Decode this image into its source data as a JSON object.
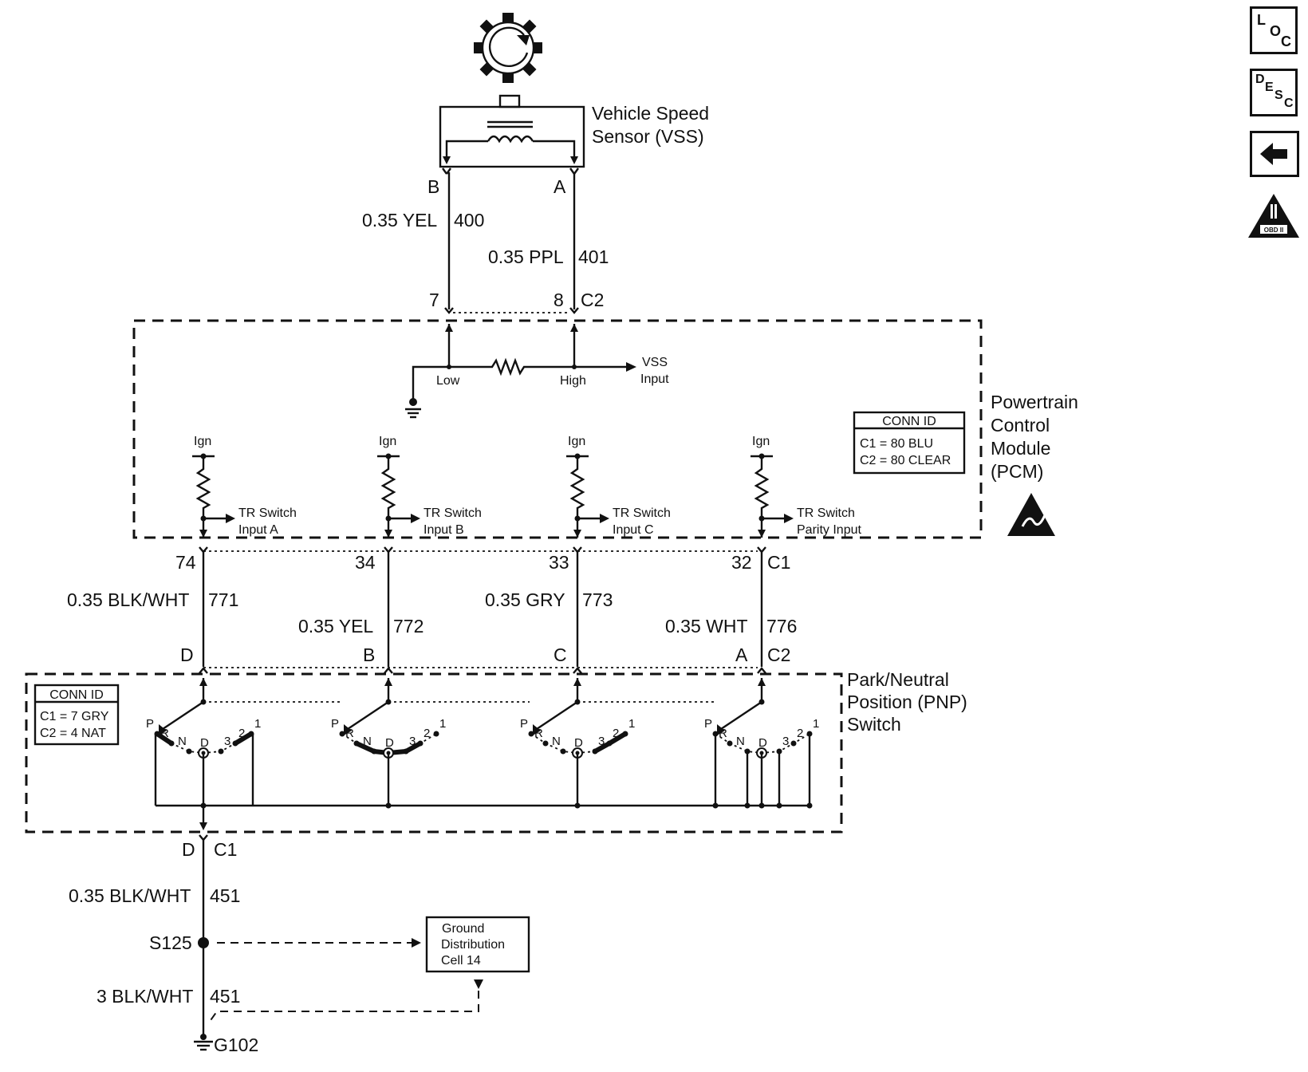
{
  "nav": {
    "loc": [
      "L",
      "O",
      "C"
    ],
    "desc": [
      "D",
      "E",
      "S",
      "C"
    ],
    "obd": "OBD II"
  },
  "vss": {
    "name": [
      "Vehicle Speed",
      "Sensor (VSS)"
    ],
    "pin_b": "B",
    "pin_a": "A"
  },
  "wires_top": [
    {
      "gauge": "0.35 YEL",
      "circuit": "400",
      "pin": "7"
    },
    {
      "gauge": "0.35 PPL",
      "circuit": "401",
      "pin": "8",
      "connector": "C2"
    }
  ],
  "pcm": {
    "name": [
      "Powertrain",
      "Control",
      "Module",
      "(PCM)"
    ],
    "vss_low": "Low",
    "vss_high": "High",
    "vss_input": [
      "VSS",
      "Input"
    ],
    "conn_id": {
      "title": "CONN ID",
      "lines": [
        "C1 = 80 BLU",
        "C2 = 80 CLEAR"
      ]
    },
    "inputs": [
      {
        "ign": "Ign",
        "label": [
          "TR Switch",
          "Input A"
        ]
      },
      {
        "ign": "Ign",
        "label": [
          "TR Switch",
          "Input B"
        ]
      },
      {
        "ign": "Ign",
        "label": [
          "TR Switch",
          "Input C"
        ]
      },
      {
        "ign": "Ign",
        "label": [
          "TR Switch",
          "Parity Input"
        ]
      }
    ]
  },
  "wires_mid": [
    {
      "pin_top": "74",
      "gauge": "0.35 BLK/WHT",
      "circuit": "771",
      "pin_bottom": "D"
    },
    {
      "pin_top": "34",
      "gauge": "0.35 YEL",
      "circuit": "772",
      "pin_bottom": "B"
    },
    {
      "pin_top": "33",
      "gauge": "0.35 GRY",
      "circuit": "773",
      "pin_bottom": "C"
    },
    {
      "pin_top": "32",
      "gauge": "0.35 WHT",
      "circuit": "776",
      "pin_bottom": "A"
    }
  ],
  "connectors_mid": {
    "pcm": "C1",
    "pnp": "C2"
  },
  "pnp": {
    "name": [
      "Park/Neutral",
      "Position (PNP)",
      "Switch"
    ],
    "conn_id": {
      "title": "CONN ID",
      "lines": [
        "C1 = 7 GRY",
        "C2 = 4 NAT"
      ]
    },
    "positions": [
      "P",
      "R",
      "N",
      "D",
      "3",
      "2",
      "1"
    ]
  },
  "ground": {
    "pin": "D",
    "connector": "C1",
    "wire1": {
      "gauge": "0.35 BLK/WHT",
      "circuit": "451"
    },
    "splice": "S125",
    "cell": [
      "Ground",
      "Distribution",
      "Cell 14"
    ],
    "wire2": {
      "gauge": "3 BLK/WHT",
      "circuit": "451"
    },
    "point": "G102"
  }
}
